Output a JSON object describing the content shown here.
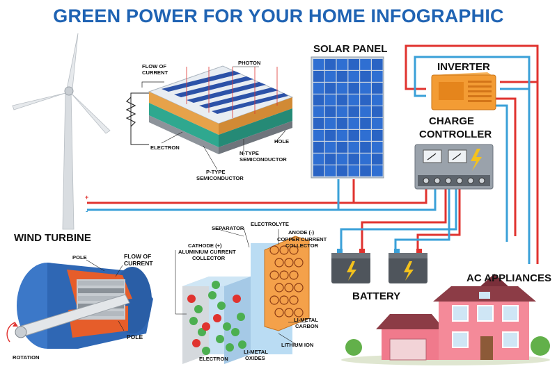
{
  "title": "GREEN POWER FOR YOUR HOME INFOGRAPHIC",
  "labels": {
    "solar_panel": "SOLAR PANEL",
    "inverter": "INVERTER",
    "charge_controller_1": "CHARGE",
    "charge_controller_2": "CONTROLLER",
    "wind_turbine": "WIND TURBINE",
    "battery": "BATTERY",
    "ac_appliances": "AC APPLIANCES",
    "plus": "+",
    "minus": "-"
  },
  "photocell": {
    "flow_of_current_1": "FLOW OF",
    "flow_of_current_2": "CURRENT",
    "photon": "PHOTON",
    "electron": "ELECTRON",
    "hole": "HOLE",
    "n_type_1": "N-TYPE",
    "n_type_2": "SEMICONDUCTOR",
    "p_type_1": "P-TYPE",
    "p_type_2": "SEMICONDUCTOR"
  },
  "generator": {
    "pole_top": "POLE",
    "flow_of_current_1": "FLOW OF",
    "flow_of_current_2": "CURRENT",
    "pole_bottom": "POLE",
    "rotation": "ROTATION"
  },
  "lithium_cell": {
    "separator": "SEPARATOR",
    "electrolyte": "ELECTROLYTE",
    "anode": "ANODE (-)",
    "copper_1": "COPPER CURRENT",
    "copper_2": "COLLECTOR",
    "cathode_1": "CATHODE (+)",
    "cathode_2": "ALUMINIUM CURRENT",
    "cathode_3": "COLLECTOR",
    "li_metal_carbon_1": "LI-METAL",
    "li_metal_carbon_2": "CARBON",
    "lithium_ion": "LITHIUM ION",
    "electron": "ELECTRON",
    "li_metal_oxides_1": "LI-METAL",
    "li_metal_oxides_2": "OXIDES"
  },
  "colors": {
    "title_blue": "#1f63b3",
    "wire_red": "#e0332f",
    "wire_blue": "#3aa0d8",
    "inverter_orange": "#f39c34",
    "panel_blue": "#2a64c4",
    "house_pink": "#f07a8c",
    "roof": "#8c3c46"
  }
}
